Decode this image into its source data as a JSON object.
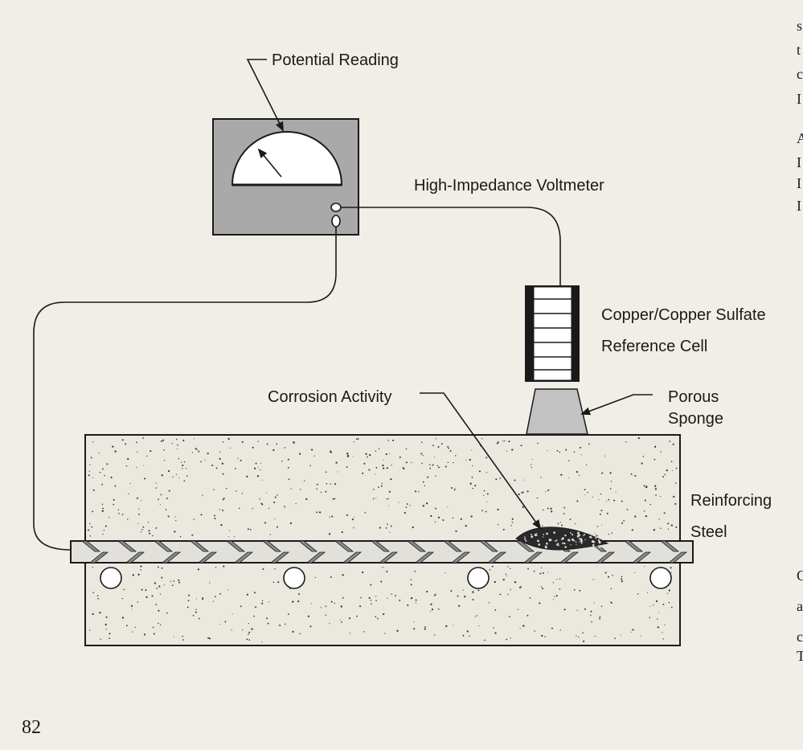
{
  "labels": {
    "potential_reading": "Potential Reading",
    "voltmeter": "High-Impedance Voltmeter",
    "cell_line1": "Copper/Copper Sulfate",
    "cell_line2": "Reference Cell",
    "corrosion": "Corrosion Activity",
    "sponge_line1": "Porous",
    "sponge_line2": "Sponge",
    "steel_line1": "Reinforcing",
    "steel_line2": "Steel"
  },
  "page_number": "82",
  "edge_glyphs": [
    "s",
    "t",
    "c",
    "I",
    "A",
    "I",
    "I",
    "I",
    "C",
    "a",
    "c",
    "T"
  ],
  "colors": {
    "paper": "#f1eee7",
    "ink": "#1a1a1a",
    "meter_body": "#a9a9a9",
    "sponge": "#c2c2c2",
    "concrete": "#ebe8e0",
    "rebar": "#e2e0da"
  }
}
